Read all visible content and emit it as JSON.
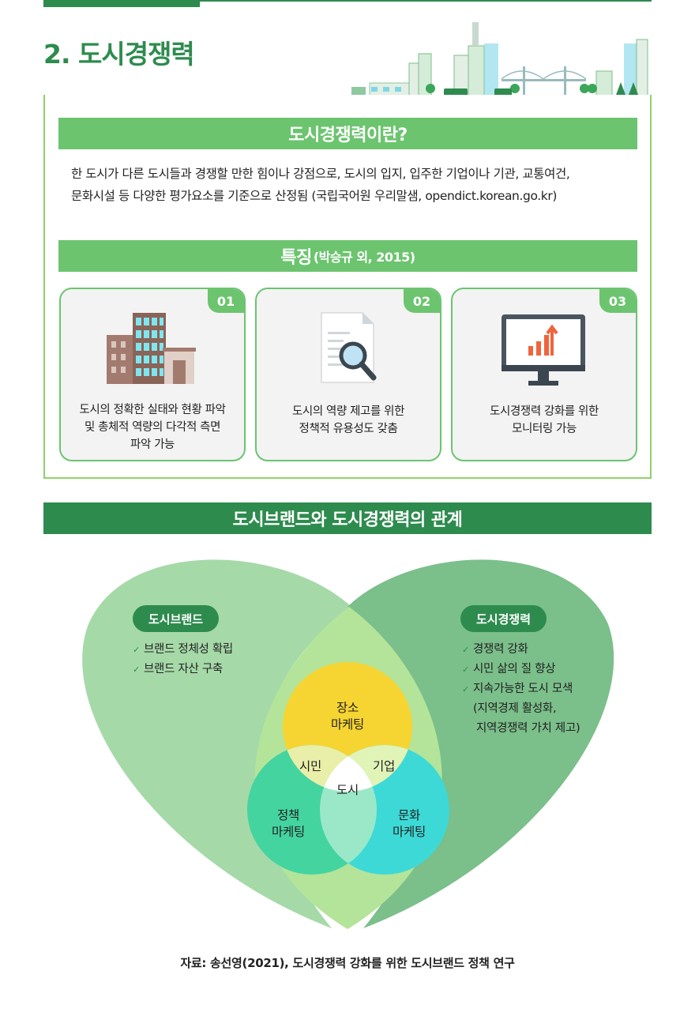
{
  "section": {
    "title": "2. 도시경쟁력"
  },
  "definition": {
    "heading": "도시경쟁력이란?",
    "line1": "한 도시가 다른 도시들과 경쟁할 만한 힘이나 강점으로, 도시의 입지, 입주한 기업이나 기관, 교통여건,",
    "line2": "문화시설 등 다양한 평가요소를 기준으로 산정됨 (국립국어원 우리말샘, opendict.korean.go.kr)"
  },
  "features": {
    "heading": "특징",
    "citation": "(박승규 외, 2015)",
    "cards": [
      {
        "num": "01",
        "icon": "building-icon",
        "line1": "도시의 정확한 실태와 현황 파악",
        "line2": "및 총체적 역량의 다각적 측면",
        "line3": "파악 가능"
      },
      {
        "num": "02",
        "icon": "document-search-icon",
        "line1": "도시의 역량 제고를 위한",
        "line2": "정책적 유용성도 갖춤",
        "line3": ""
      },
      {
        "num": "03",
        "icon": "monitor-chart-icon",
        "line1": "도시경쟁력 강화를 위한",
        "line2": "모니터링 가능",
        "line3": ""
      }
    ]
  },
  "relationship": {
    "heading": "도시브랜드와 도시경쟁력의 관계",
    "brand": {
      "label": "도시브랜드",
      "items": [
        "브랜드 정체성 확립",
        "브랜드 자산 구축"
      ]
    },
    "competitiveness": {
      "label": "도시경쟁력",
      "items": [
        "경쟁력 강화",
        "시민 삶의 질 향상",
        "지속가능한 도시 모색"
      ],
      "sub1": "(지역경제 활성화,",
      "sub2": "지역경쟁력 가치 제고)"
    },
    "circles": {
      "place": {
        "line1": "장소",
        "line2": "마케팅"
      },
      "policy": {
        "line1": "정책",
        "line2": "마케팅"
      },
      "culture": {
        "line1": "문화",
        "line2": "마케팅"
      },
      "citizen": "시민",
      "company": "기업",
      "city": "도시"
    },
    "colors": {
      "left_leaf": "#a6d9a8",
      "right_leaf": "#7bbf8a",
      "inner_leaf": "#b3e49a",
      "place": "#f6d431",
      "policy": "#44d4a0",
      "culture": "#3dd9d6"
    }
  },
  "source": "자료: 송선영(2021), 도시경쟁력 강화를 위한 도시브랜드 정책 연구"
}
